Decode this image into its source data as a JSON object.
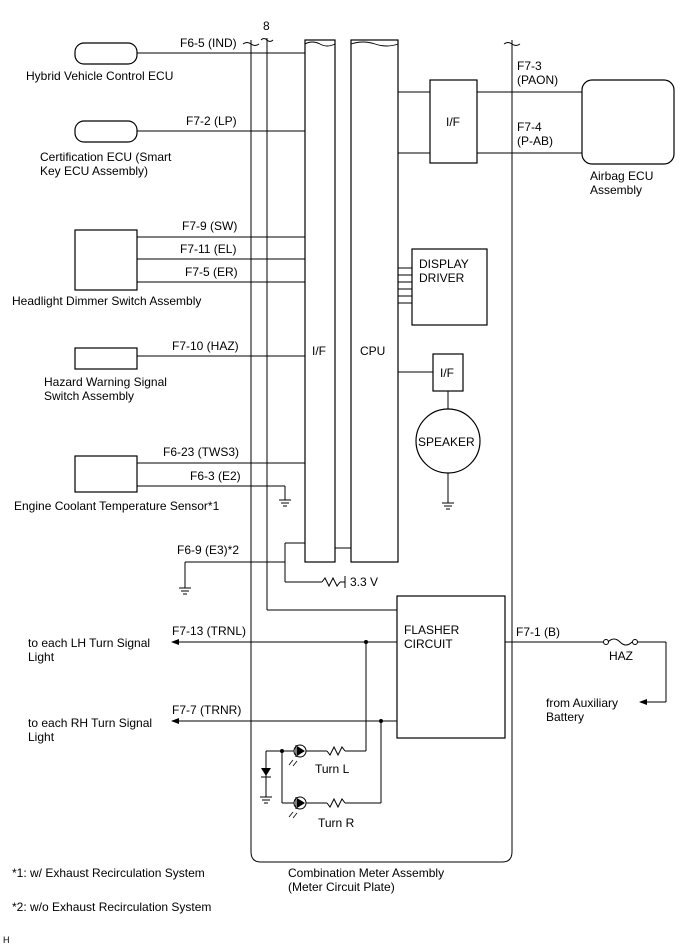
{
  "components": {
    "hybrid_ecu": "Hybrid Vehicle Control ECU",
    "cert_ecu_1": "Certification ECU (Smart",
    "cert_ecu_2": "Key ECU Assembly)",
    "headlight_switch": "Headlight Dimmer Switch Assembly",
    "hazard_switch_1": "Hazard Warning Signal",
    "hazard_switch_2": "Switch Assembly",
    "coolant_sensor": "Engine Coolant Temperature Sensor*1",
    "airbag_ecu_1": "Airbag ECU",
    "airbag_ecu_2": "Assembly",
    "lh_turn_1": "to each LH Turn Signal",
    "lh_turn_2": "Light",
    "rh_turn_1": "to each RH Turn Signal",
    "rh_turn_2": "Light",
    "aux_battery_1": "from Auxiliary",
    "aux_battery_2": "Battery",
    "meter_1": "Combination Meter Assembly",
    "meter_2": "(Meter Circuit Plate)"
  },
  "blocks": {
    "if_left": "I/F",
    "cpu": "CPU",
    "if_top": "I/F",
    "display_driver_1": "DISPLAY",
    "display_driver_2": "DRIVER",
    "if_speaker": "I/F",
    "speaker": "SPEAKER",
    "flasher_1": "FLASHER",
    "flasher_2": "CIRCUIT"
  },
  "pins": {
    "ind": "F6-5 (IND)",
    "lp": "F7-2 (LP)",
    "sw": "F7-9 (SW)",
    "el": "F7-11 (EL)",
    "er": "F7-5 (ER)",
    "haz": "F7-10 (HAZ)",
    "tws3": "F6-23 (TWS3)",
    "e2": "F6-3 (E2)",
    "e3": "F6-9 (E3)*2",
    "trnl": "F7-13 (TRNL)",
    "trnr": "F7-7 (TRNR)",
    "paon_1": "F7-3",
    "paon_2": "(PAON)",
    "pab_1": "F7-4",
    "pab_2": "(P-AB)",
    "b": "F7-1 (B)"
  },
  "labels": {
    "connector_8": "8",
    "voltage": "3.3 V",
    "fuse_haz": "HAZ",
    "turn_l": "Turn L",
    "turn_r": "Turn R"
  },
  "notes": {
    "note1": "*1: w/ Exhaust Recirculation System",
    "note2": "*2: w/o Exhaust Recirculation System",
    "corner": "H"
  }
}
